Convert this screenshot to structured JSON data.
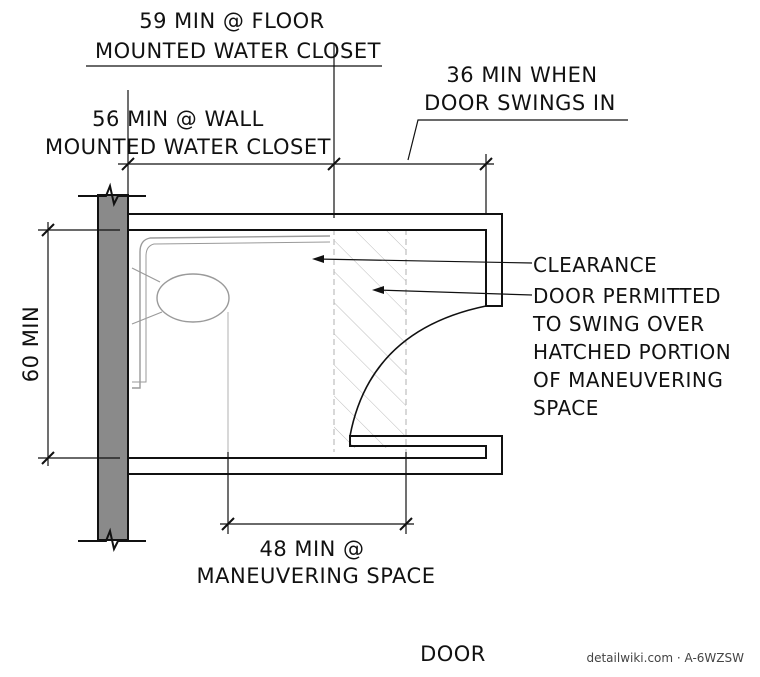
{
  "labels": {
    "floor_wc_line1": "59 MIN @ FLOOR",
    "floor_wc_line2": "MOUNTED WATER CLOSET",
    "door_swing_line1": "36 MIN WHEN",
    "door_swing_line2": "DOOR SWINGS IN",
    "wall_wc_line1": "56 MIN @ WALL",
    "wall_wc_line2": "MOUNTED WATER CLOSET",
    "clearance": "CLEARANCE",
    "door_note_line1": "DOOR PERMITTED",
    "door_note_line2": "TO SWING OVER",
    "door_note_line3": "HATCHED PORTION",
    "door_note_line4": "OF MANEUVERING",
    "door_note_line5": "SPACE",
    "depth": "60 MIN",
    "maneuver_line1": "48 MIN @",
    "maneuver_line2": "MANEUVERING SPACE",
    "door": "DOOR",
    "watermark": "detailwiki.com · A-6WZSW"
  },
  "colors": {
    "line": "#111111",
    "wall_fill": "#8a8a8a",
    "fixture": "#9a9a9a",
    "hatch": "#bdbdbd"
  }
}
